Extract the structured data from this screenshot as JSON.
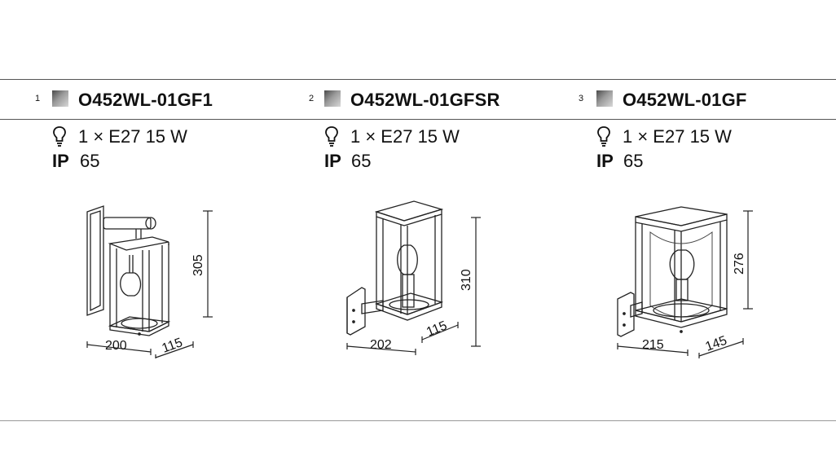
{
  "products": [
    {
      "index": "1",
      "code": "O452WL-01GF1",
      "lamp": "1 × E27 15 W",
      "ip_label": "IP",
      "ip_value": "65",
      "dims": {
        "height": "305",
        "width": "200",
        "depth": "115"
      }
    },
    {
      "index": "2",
      "code": "O452WL-01GFSR",
      "lamp": "1 × E27 15 W",
      "ip_label": "IP",
      "ip_value": "65",
      "dims": {
        "height": "310",
        "width": "202",
        "depth": "115"
      }
    },
    {
      "index": "3",
      "code": "O452WL-01GF",
      "lamp": "1 × E27 15 W",
      "ip_label": "IP",
      "ip_value": "65",
      "dims": {
        "height": "276",
        "width": "215",
        "depth": "145"
      }
    }
  ],
  "icons": {
    "lamp": "lightbulb-icon",
    "finish": "finish-swatch"
  },
  "colors": {
    "swatch_dark": "#4a4a4a",
    "swatch_light": "#d8d8d8",
    "rule": "#555555"
  }
}
